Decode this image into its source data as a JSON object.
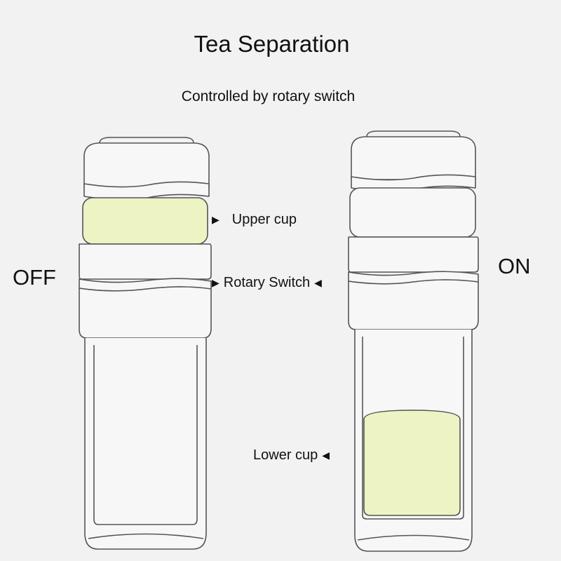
{
  "title": "Tea Separation",
  "subtitle": "Controlled by rotary switch",
  "states": {
    "off": "OFF",
    "on": "ON"
  },
  "callouts": {
    "upper_cup": "Upper cup",
    "rotary_switch": "Rotary Switch",
    "lower_cup": "Lower cup"
  },
  "icons": {
    "arrow_right": "▶",
    "arrow_left": "◀"
  },
  "colors": {
    "background": "#f2f2f2",
    "outline": "#555555",
    "tea_fill": "#eef3c4",
    "body_fill": "#f7f7f7"
  }
}
